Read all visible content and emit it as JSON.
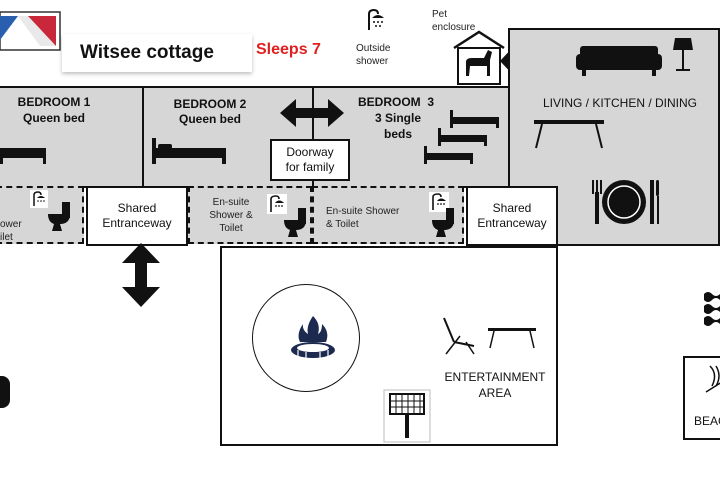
{
  "title": "Witsee cottage",
  "sleeps": "Sleeps 7",
  "accent_color": "#e02020",
  "logo_colors": [
    "#2a5fb0",
    "#c8283a"
  ],
  "outdoor": {
    "outside_shower": "Outside\nshower",
    "pet_enclosure": "Pet\nenclosure"
  },
  "rooms": {
    "bedroom1": {
      "name": "BEDROOM 1",
      "bed": "Queen bed"
    },
    "bedroom2": {
      "name": "BEDROOM 2",
      "bed": "Queen bed"
    },
    "bedroom3": {
      "name": "BEDROOM  3",
      "bed": "3 Single\nbeds"
    },
    "living": {
      "name": "LIVING / KITCHEN / DINING"
    }
  },
  "doorway": "Doorway\nfor family",
  "ensuites": {
    "e1": "ower\nilet",
    "e2": "En-suite\nShower &\nToilet",
    "e3": "En-suite Shower\n& Toilet"
  },
  "entrances": {
    "left": "Shared\nEntranceway",
    "right": "Shared\nEntranceway"
  },
  "entertainment": "ENTERTAINMENT\nAREA",
  "beach_partial": "BEAC",
  "icons": [
    "logo-icon",
    "shower-icon",
    "horse-icon",
    "double-arrow-icon",
    "bed-icon",
    "sofa-icon",
    "lamp-icon",
    "table-icon",
    "plate-cutlery-icon",
    "toilet-icon",
    "firepit-icon",
    "lounge-chair-icon",
    "bbq-grill-icon",
    "waves-icon"
  ]
}
